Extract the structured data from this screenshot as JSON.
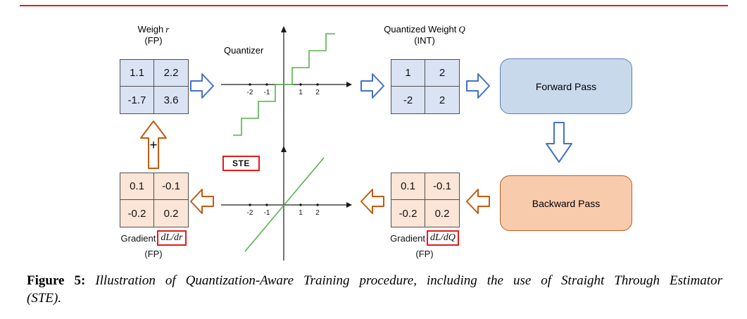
{
  "tables": {
    "weight": {
      "title": "Weigh",
      "var": "r",
      "unit": "(FP)",
      "cells": [
        "1.1",
        "2.2",
        "-1.7",
        "3.6"
      ]
    },
    "quantized": {
      "title": "Quantized Weight",
      "var": "Q",
      "unit": "(INT)",
      "cells": [
        "1",
        "2",
        "-2",
        "2"
      ]
    },
    "grad_q": {
      "title": "Gradient",
      "formula": "dL/dQ",
      "unit": "(FP)",
      "cells": [
        "0.1",
        "-0.1",
        "-0.2",
        "0.2"
      ]
    },
    "grad_r": {
      "title": "Gradient",
      "formula": "dL/dr",
      "unit": "(FP)",
      "cells": [
        "0.1",
        "-0.1",
        "-0.2",
        "0.2"
      ]
    }
  },
  "plots": {
    "quantizer": {
      "label": "Quantizer",
      "curve": "round-step-function",
      "ticks": [
        "-2",
        "-1",
        "1",
        "2"
      ]
    },
    "ste": {
      "label": "STE",
      "curve": "identity-line",
      "ticks": [
        "-2",
        "-1",
        "1",
        "2"
      ]
    }
  },
  "boxes": {
    "forward": "Forward Pass",
    "backward": "Backward Pass"
  },
  "plus_sign": "+",
  "caption": {
    "label": "Figure 5:",
    "line1": "Illustration of Quantization-Aware Training procedure, including the use of Straight Through Estimator",
    "line2": "(STE)."
  },
  "colors": {
    "blue_arrow": "#4472c4",
    "orange_arrow": "#c55a11",
    "forward_box_fill": "#c9d9ec",
    "backward_box_fill": "#f8cbad",
    "weight_cell_fill": "#dae3f3",
    "gradient_cell_fill": "#fbe5d6",
    "curve_green": "#56b44c",
    "highlight_red": "#e21b1b"
  }
}
